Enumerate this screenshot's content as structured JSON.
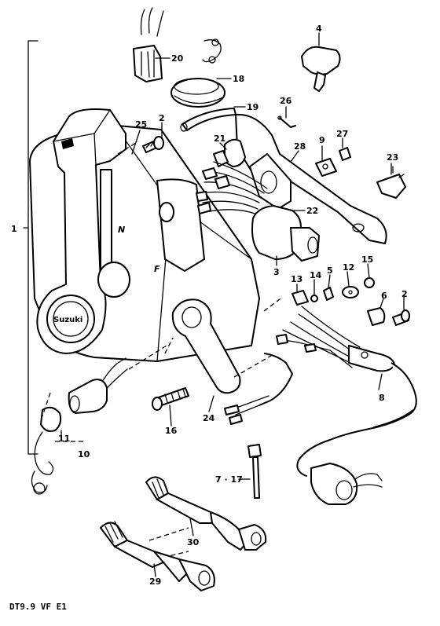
{
  "diagram": {
    "caption": "DT9.9 VF E1",
    "logo_text": "Suzuki",
    "part_labels": [
      {
        "id": "1",
        "text": "1"
      },
      {
        "id": "2a",
        "text": "2"
      },
      {
        "id": "2b",
        "text": "2"
      },
      {
        "id": "3",
        "text": "3"
      },
      {
        "id": "4",
        "text": "4"
      },
      {
        "id": "5",
        "text": "5"
      },
      {
        "id": "6",
        "text": "6"
      },
      {
        "id": "7-17",
        "text": "7 · 17"
      },
      {
        "id": "8",
        "text": "8"
      },
      {
        "id": "9",
        "text": "9"
      },
      {
        "id": "10",
        "text": "10"
      },
      {
        "id": "11",
        "text": "11"
      },
      {
        "id": "12",
        "text": "12"
      },
      {
        "id": "13",
        "text": "13"
      },
      {
        "id": "14",
        "text": "14"
      },
      {
        "id": "15",
        "text": "15"
      },
      {
        "id": "16",
        "text": "16"
      },
      {
        "id": "18",
        "text": "18"
      },
      {
        "id": "19",
        "text": "19"
      },
      {
        "id": "20",
        "text": "20"
      },
      {
        "id": "21",
        "text": "21"
      },
      {
        "id": "22",
        "text": "22"
      },
      {
        "id": "23",
        "text": "23"
      },
      {
        "id": "24",
        "text": "24"
      },
      {
        "id": "25",
        "text": "25"
      },
      {
        "id": "26",
        "text": "26"
      },
      {
        "id": "27",
        "text": "27"
      },
      {
        "id": "28",
        "text": "28"
      },
      {
        "id": "29",
        "text": "29"
      },
      {
        "id": "30",
        "text": "30"
      }
    ]
  }
}
